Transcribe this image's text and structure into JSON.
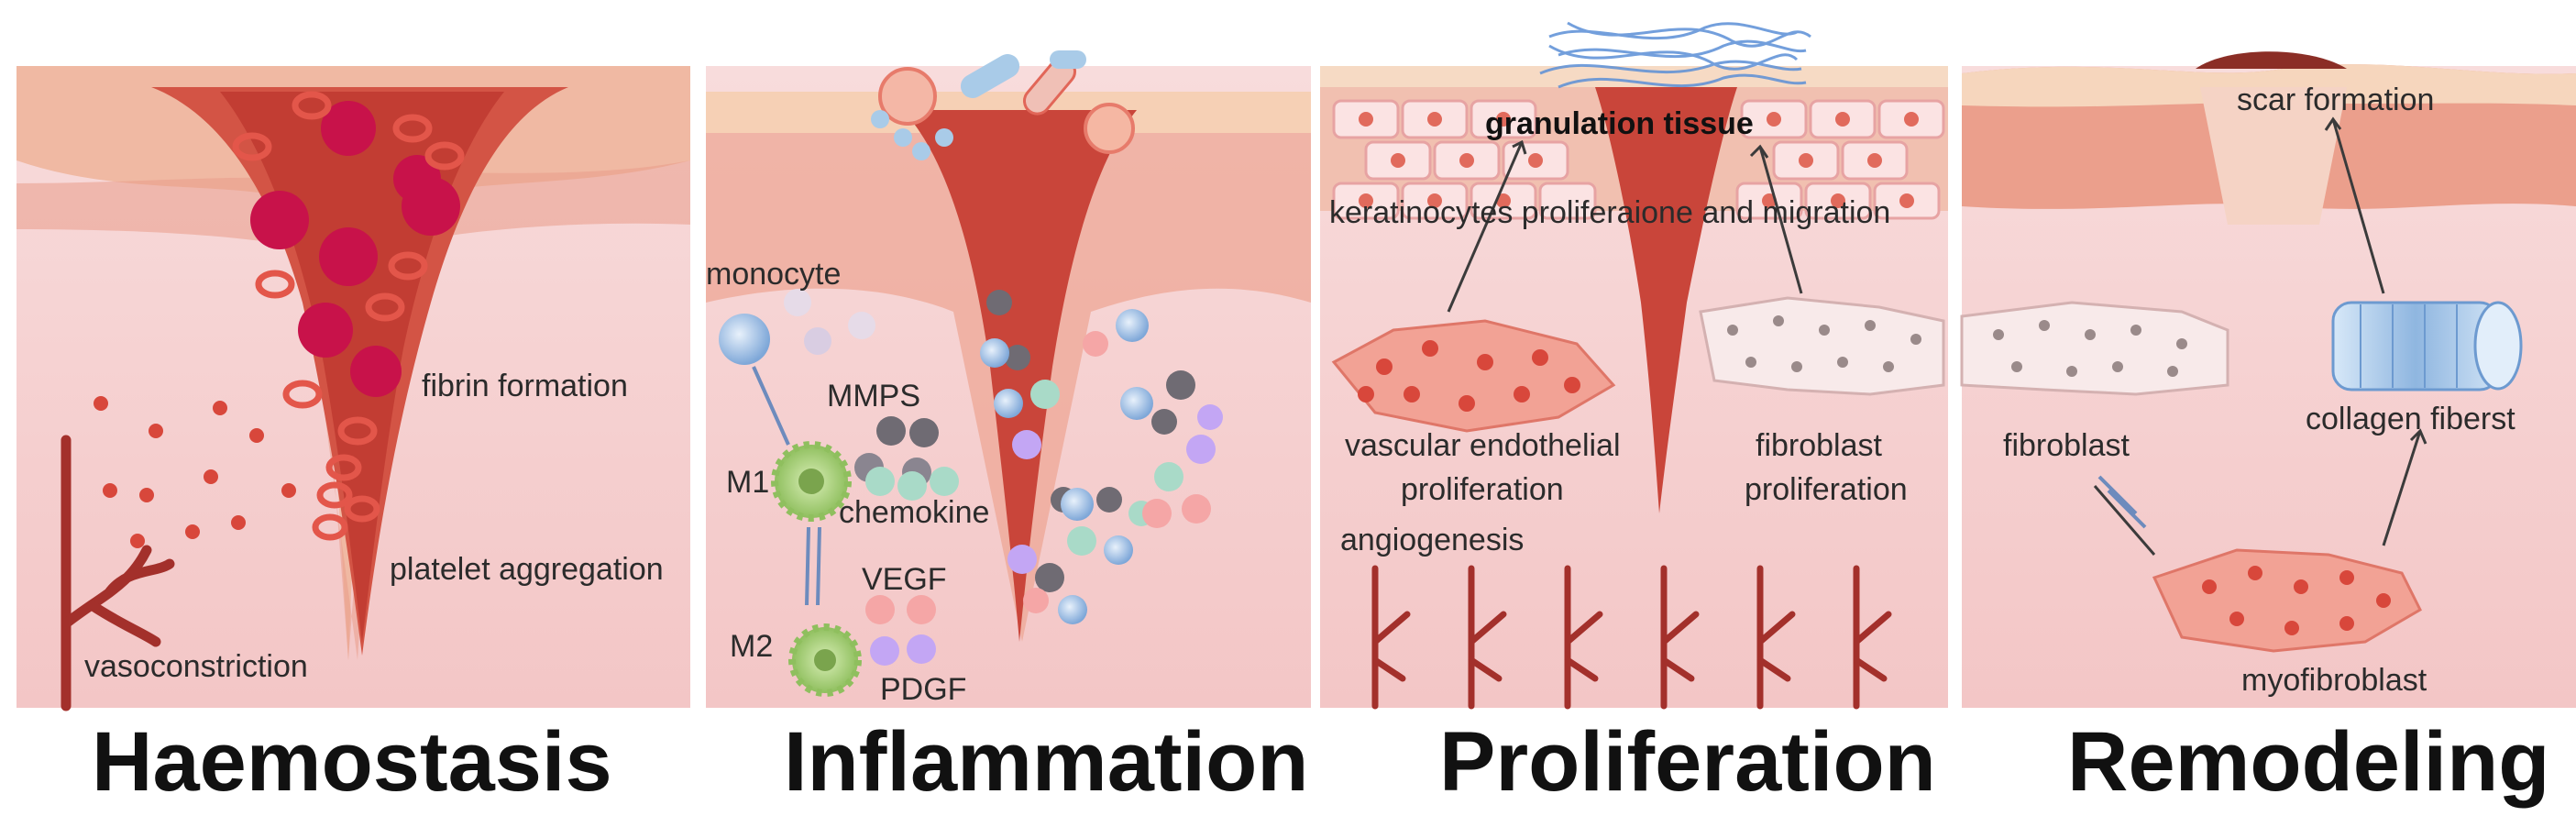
{
  "panels": {
    "haemostasis": {
      "title": "Haemostasis",
      "labels": {
        "fibrin": "fibrin formation",
        "platelet": "platelet aggregation",
        "vaso": "vasoconstriction"
      }
    },
    "inflammation": {
      "title": "Inflammation",
      "labels": {
        "monocyte": "monocyte",
        "mmps": "MMPS",
        "m1": "M1",
        "chemokine": "chemokine",
        "vegf": "VEGF",
        "m2": "M2",
        "pdgf": "PDGF"
      }
    },
    "proliferation": {
      "title": "Proliferation",
      "labels": {
        "granulation": "granulation tissue",
        "keratinocytes": "keratinocytes proliferaione and migration",
        "vascular1": "vascular endothelial",
        "vascular2": "proliferation",
        "fibro1": "fibroblast",
        "fibro2": "proliferation",
        "angio": "angiogenesis"
      }
    },
    "remodeling": {
      "title": "Remodeling",
      "labels": {
        "scar": "scar formation",
        "fibroblast": "fibroblast",
        "collagen": "collagen fiberst",
        "myofibroblast": "myofibroblast"
      }
    }
  },
  "colors": {
    "skin_top": "#f2b49a",
    "skin_mid": "#e8877a",
    "dermis": "#f7d3d3",
    "wound": "#c9453a",
    "wound_dark": "#a52e27",
    "vessel": "#a3302b",
    "rbc": "#e3564a",
    "fibrin": "#c8124a",
    "m1": "#9ac76b",
    "collagen": "#a9c9e8"
  }
}
